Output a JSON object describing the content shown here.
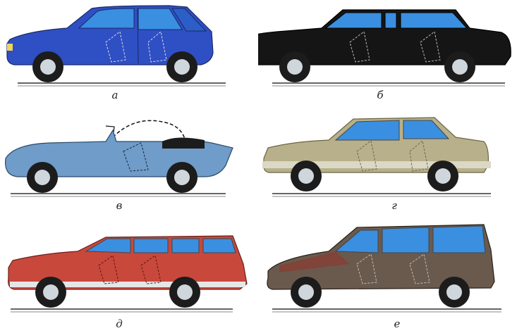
{
  "figure": {
    "captions": {
      "a": "а",
      "b": "б",
      "v": "в",
      "g": "г",
      "d": "д",
      "e": "е"
    }
  },
  "colors": {
    "hatchback_body": "#2f4fc4",
    "limousine_body": "#151515",
    "roadster_body": "#6f9cc9",
    "sedan_body": "#b8b08a",
    "wagon_body": "#c8483c",
    "minivan_body": "#6a5a4e",
    "glass": "#3a8fe0",
    "tire": "#1c1c1c",
    "rim": "#cfd6dc"
  },
  "icons": {
    "car_a": "hatchback-car-icon",
    "car_b": "limousine-car-icon",
    "car_v": "roadster-car-icon",
    "car_g": "sedan-car-icon",
    "car_d": "station-wagon-car-icon",
    "car_e": "minivan-car-icon"
  }
}
